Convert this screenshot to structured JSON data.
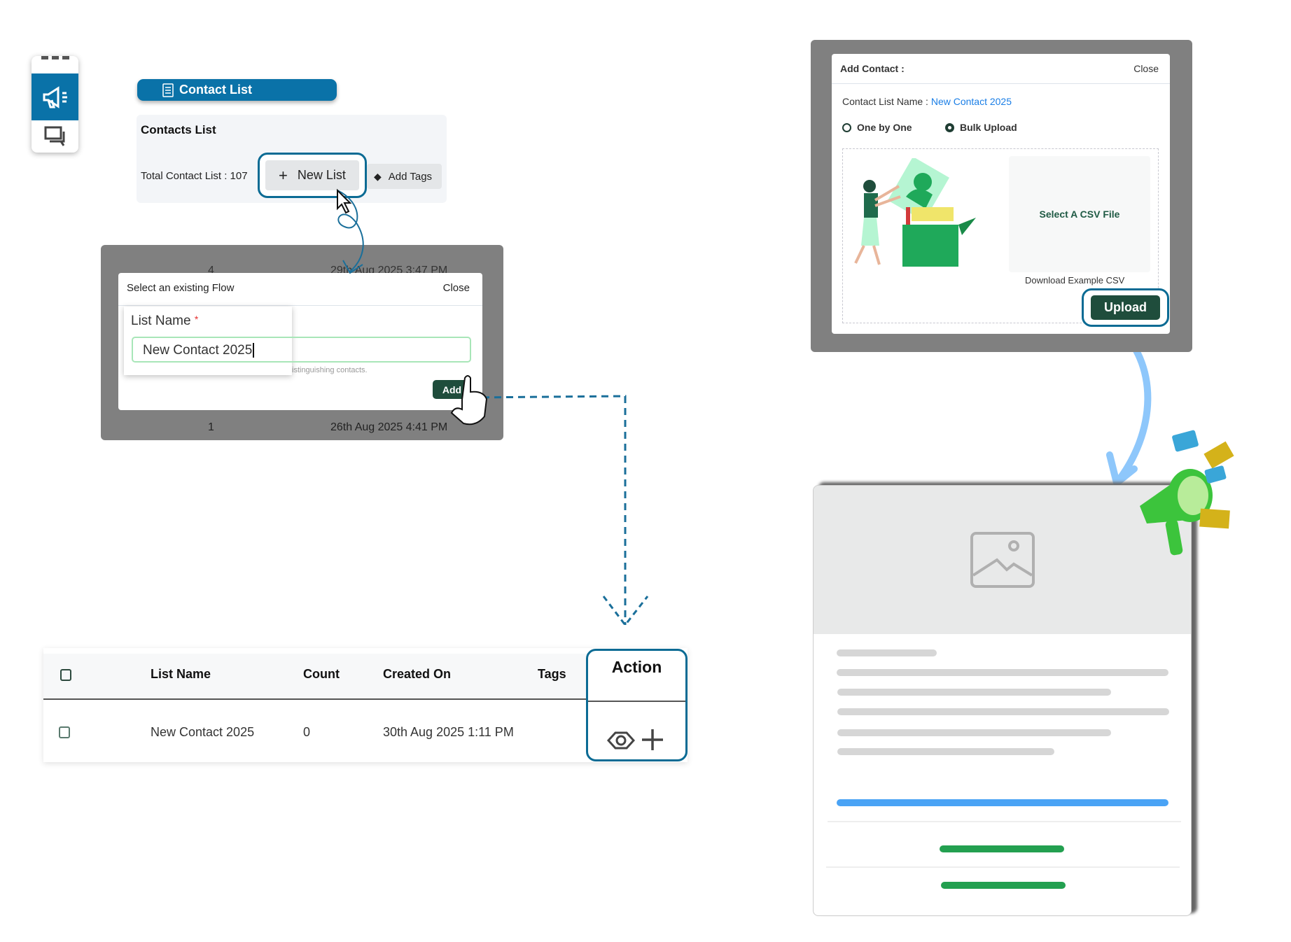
{
  "sidebar": {
    "items": [
      {
        "icon": "megaphone-icon",
        "active": true
      },
      {
        "icon": "chat-icon",
        "active": false
      }
    ]
  },
  "header": {
    "title": "Contact List",
    "icon": "list-document-icon"
  },
  "contacts_panel": {
    "title": "Contacts List",
    "total_label": "Total Contact List : 107",
    "new_list": "New List",
    "add_tags": "Add Tags"
  },
  "new_list_modal": {
    "title": "Select an existing Flow",
    "close": "Close",
    "field_label": "List Name",
    "required_mark": "*",
    "input_value": "New Contact 2025",
    "hint": "istinguishing contacts.",
    "add": "Add",
    "bg_rows": [
      {
        "count": "4",
        "date": "29th Aug 2025 3:47 PM"
      },
      {
        "count": "1",
        "date": "26th Aug 2025 4:41 PM"
      }
    ]
  },
  "table": {
    "headers": [
      "List Name",
      "Count",
      "Created On",
      "Tags",
      "Action"
    ],
    "rows": [
      {
        "name": "New Contact 2025",
        "count": "0",
        "created": "30th Aug 2025 1:11 PM",
        "tags": ""
      }
    ],
    "action_icons": [
      "eye-icon",
      "plus-icon"
    ]
  },
  "add_contact_modal": {
    "title": "Add Contact :",
    "close": "Close",
    "list_name_label": "Contact List Name : ",
    "list_name_value": "New Contact 2025",
    "options": [
      {
        "label": "One by One",
        "selected": false
      },
      {
        "label": "Bulk Upload",
        "selected": true
      }
    ],
    "select_csv": "Select A CSV File",
    "download_example": "Download Example CSV",
    "upload": "Upload"
  },
  "colors": {
    "brand_blue": "#0a72a8",
    "dark_green": "#1f4d3c",
    "link_blue": "#1a7ee6",
    "highlight": "#0b6b94",
    "progress_blue": "#4aa3f5",
    "green_bar": "#23a050"
  }
}
